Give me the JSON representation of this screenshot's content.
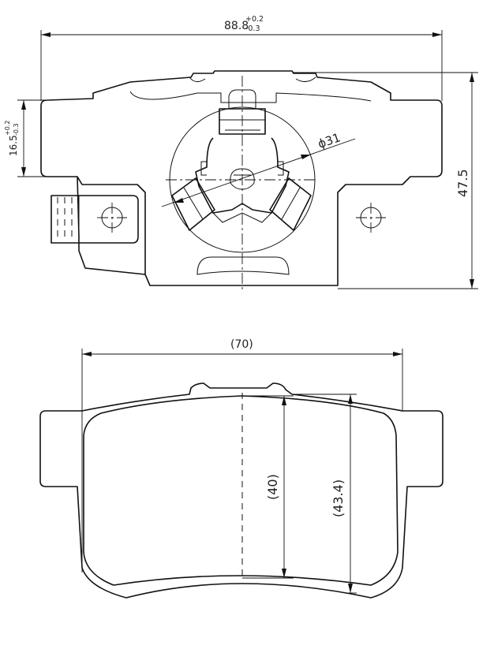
{
  "top_view": {
    "width_dim": {
      "base": "88.8",
      "upper_tol": "+0.2",
      "lower_tol": "-0.3"
    },
    "height_dim": "47.5",
    "ear_dim": {
      "base": "16.5",
      "upper_tol": "+0.2",
      "lower_tol": "-0.3"
    },
    "diameter_dim": "ϕ31"
  },
  "bottom_view": {
    "width_dim": "(70)",
    "inner_height_dim": "(40)",
    "outer_height_dim": "(43.4)"
  }
}
